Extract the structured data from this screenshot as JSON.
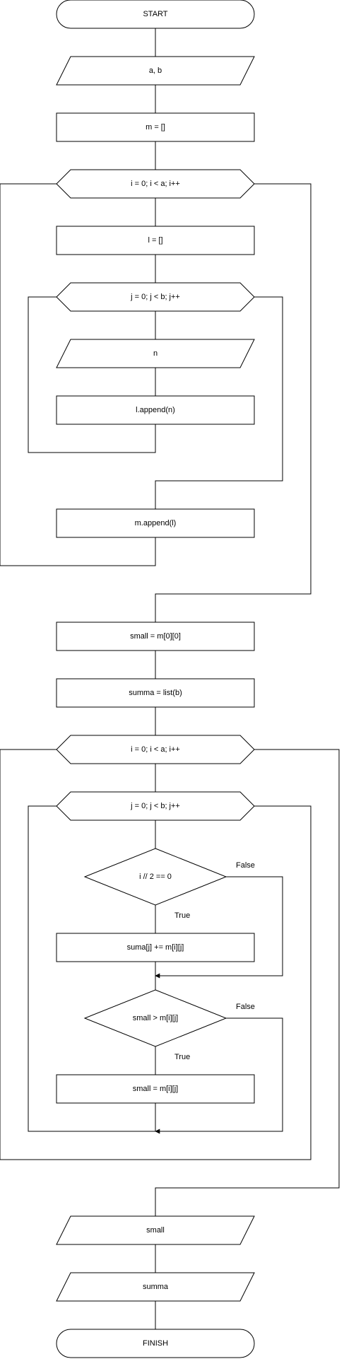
{
  "start": "START",
  "input_ab": "a, b",
  "init_m": "m = []",
  "loop_i_1": "i = 0; i < a; i++",
  "init_l": "l = []",
  "loop_j_1": "j = 0; j < b; j++",
  "input_n": "n",
  "append_n": "l.append(n)",
  "append_l": "m.append(l)",
  "init_small": "small = m[0][0]",
  "init_summa": "summa = list(b)",
  "loop_i_2": "i = 0; i < a; i++",
  "loop_j_2": "j = 0; j < b; j++",
  "cond_1": "i // 2 == 0",
  "cond_1_false": "False",
  "cond_1_true": "True",
  "suma_update": "suma[j] += m[i][j]",
  "cond_2": "small > m[i][j]",
  "cond_2_false": "False",
  "cond_2_true": "True",
  "small_update": "small = m[i][j]",
  "output_small": "small",
  "output_summa": "summa",
  "finish": "FINISH"
}
